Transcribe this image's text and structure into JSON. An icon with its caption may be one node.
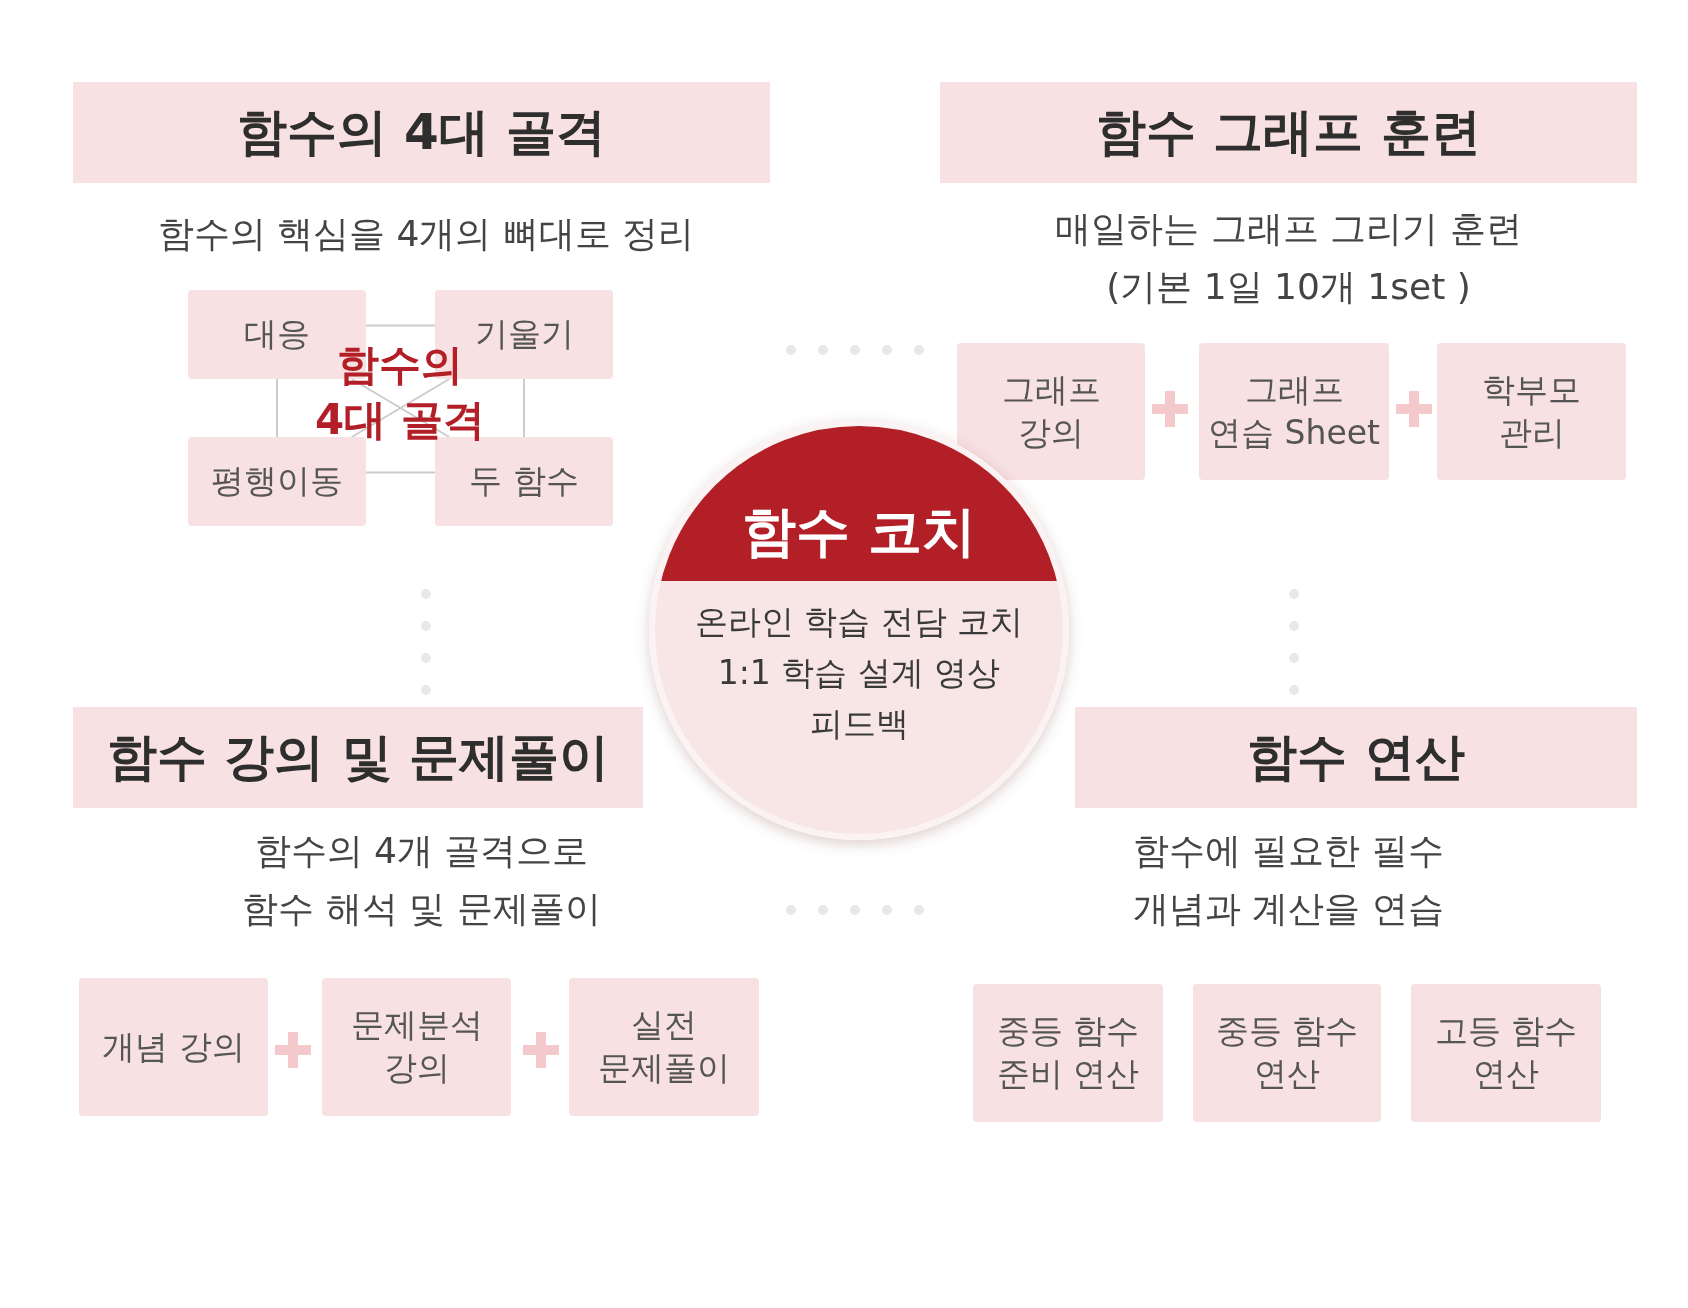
{
  "diagram": {
    "nodes": [
      {
        "text": [
          "함수의 4대 골격"
        ]
      },
      {
        "text": [
          "함수 그래프 훈련"
        ]
      },
      {
        "text": [
          "대응"
        ]
      },
      {
        "text": [
          "기울기"
        ]
      },
      {
        "text": [
          "평행이동"
        ]
      },
      {
        "text": [
          "두 함수"
        ]
      },
      {
        "text": [
          "그래프 강의"
        ]
      },
      {
        "text": [
          "그래프 연습 Sheet"
        ]
      },
      {
        "text": [
          "학부모 관리"
        ]
      },
      {
        "text": [
          "함수 코치",
          "온라인 학습 전담 코치 1:1 학습 설계 영상 피드백"
        ]
      },
      {
        "text": [
          "함수 강의 및 문제풀이"
        ]
      },
      {
        "text": [
          "함수 연산"
        ]
      },
      {
        "text": [
          "개념 강의"
        ]
      },
      {
        "text": [
          "문제분석 강의"
        ]
      },
      {
        "text": [
          "실전 문제풀이"
        ]
      },
      {
        "text": [
          "중등 함수 준비 연산"
        ]
      },
      {
        "text": [
          "중등 함수 연산"
        ]
      },
      {
        "text": [
          "고등 함수 연산"
        ]
      }
    ],
    "edges": [
      {
        "from": 2,
        "to": 3,
        "arrow": "none"
      },
      {
        "from": 2,
        "to": 4,
        "arrow": "none"
      },
      {
        "from": 3,
        "to": 5,
        "arrow": "none"
      },
      {
        "from": 4,
        "to": 5,
        "arrow": "none"
      },
      {
        "from": 2,
        "to": 5,
        "arrow": "none"
      },
      {
        "from": 3,
        "to": 4,
        "arrow": "none"
      }
    ],
    "labels": [
      "함수의 핵심을 4개의 뼈대로 정리",
      "매일하는 그래프 그리기 훈련 (기본 1일 10개 1set )",
      "함수의 4대 골격",
      "함수의 4개 골격으로 함수 해석 및 문제풀이",
      "함수에 필요한 필수 개념과 계산을 연습"
    ]
  }
}
